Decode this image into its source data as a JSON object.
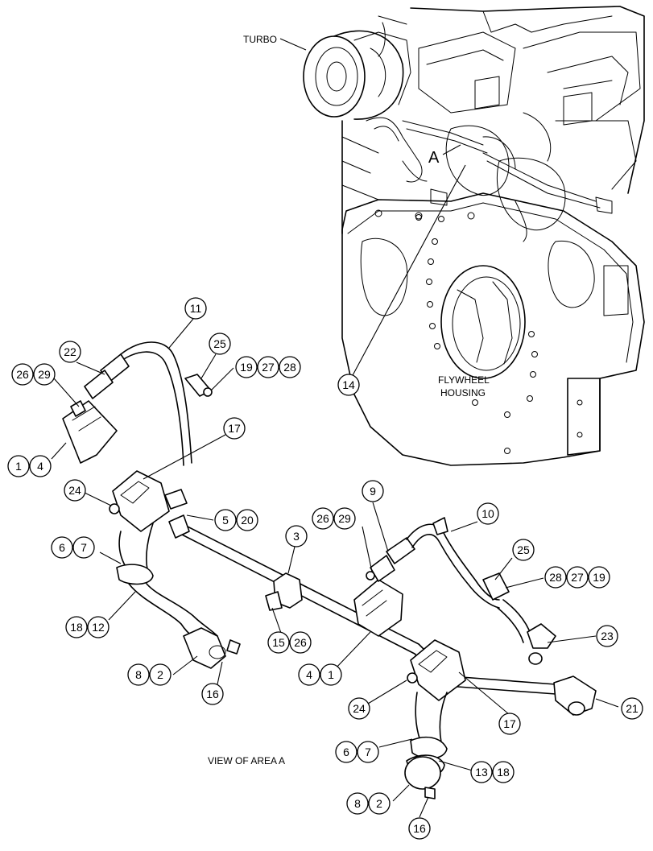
{
  "labels": {
    "turbo": "TURBO",
    "area_marker": "A",
    "flywheel_line1": "FLYWHEEL",
    "flywheel_line2": "HOUSING",
    "view_caption": "VIEW OF AREA A"
  },
  "callouts": [
    {
      "id": "c11",
      "text": "11"
    },
    {
      "id": "c22",
      "text": "22"
    },
    {
      "id": "c26a",
      "text": "26"
    },
    {
      "id": "c29a",
      "text": "29"
    },
    {
      "id": "c25a",
      "text": "25"
    },
    {
      "id": "c19a",
      "text": "19"
    },
    {
      "id": "c27a",
      "text": "27"
    },
    {
      "id": "c28a",
      "text": "28"
    },
    {
      "id": "c14",
      "text": "14"
    },
    {
      "id": "c1a",
      "text": "1"
    },
    {
      "id": "c4a",
      "text": "4"
    },
    {
      "id": "c17a",
      "text": "17"
    },
    {
      "id": "c24a",
      "text": "24"
    },
    {
      "id": "c5",
      "text": "5"
    },
    {
      "id": "c20",
      "text": "20"
    },
    {
      "id": "c9",
      "text": "9"
    },
    {
      "id": "c10",
      "text": "10"
    },
    {
      "id": "c26b",
      "text": "26"
    },
    {
      "id": "c29b",
      "text": "29"
    },
    {
      "id": "c3",
      "text": "3"
    },
    {
      "id": "c6a",
      "text": "6"
    },
    {
      "id": "c7a",
      "text": "7"
    },
    {
      "id": "c25b",
      "text": "25"
    },
    {
      "id": "c28b",
      "text": "28"
    },
    {
      "id": "c27b",
      "text": "27"
    },
    {
      "id": "c19b",
      "text": "19"
    },
    {
      "id": "c18a",
      "text": "18"
    },
    {
      "id": "c12",
      "text": "12"
    },
    {
      "id": "c15",
      "text": "15"
    },
    {
      "id": "c26c",
      "text": "26"
    },
    {
      "id": "c23",
      "text": "23"
    },
    {
      "id": "c8a",
      "text": "8"
    },
    {
      "id": "c2a",
      "text": "2"
    },
    {
      "id": "c4b",
      "text": "4"
    },
    {
      "id": "c1b",
      "text": "1"
    },
    {
      "id": "c16a",
      "text": "16"
    },
    {
      "id": "c24b",
      "text": "24"
    },
    {
      "id": "c17b",
      "text": "17"
    },
    {
      "id": "c21",
      "text": "21"
    },
    {
      "id": "c6b",
      "text": "6"
    },
    {
      "id": "c7b",
      "text": "7"
    },
    {
      "id": "c13",
      "text": "13"
    },
    {
      "id": "c18b",
      "text": "18"
    },
    {
      "id": "c8b",
      "text": "8"
    },
    {
      "id": "c2b",
      "text": "2"
    },
    {
      "id": "c16b",
      "text": "16"
    }
  ]
}
